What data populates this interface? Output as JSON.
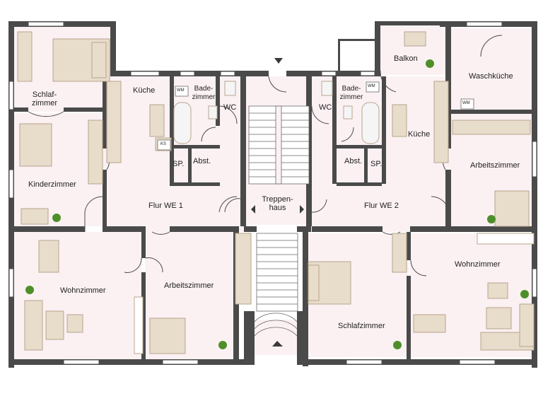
{
  "rooms": {
    "schlafzimmer_left": "Schlaf-\nzimmer",
    "kueche_left": "Küche",
    "badezimmer_left": "Bade-\nzimmer",
    "wc_left": "WC",
    "kinderzimmer": "Kinderzimmer",
    "sp_left": "SP.",
    "abst_left": "Abst.",
    "flur_we1": "Flur WE 1",
    "wohnzimmer_left": "Wohnzimmer",
    "arbeitszimmer_left": "Arbeitszimmer",
    "treppenhaus": "Treppen-\nhaus",
    "wc_right": "WC",
    "badezimmer_right": "Bade-\nzimmer",
    "balkon": "Balkon",
    "waschkueche": "Waschküche",
    "kueche_right": "Küche",
    "abst_right": "Abst.",
    "sp_right": "SP.",
    "arbeitszimmer_right": "Arbeitszimmer",
    "flur_we2": "Flur WE 2",
    "wohnzimmer_right": "Wohnzimmer",
    "schlafzimmer_right": "Schlafzimmer"
  },
  "appliances": {
    "wm": "WM",
    "ks": "KS"
  },
  "colors": {
    "wall": "#4a4a4a",
    "floor": "#fbf1f3",
    "furniture": "#e8dccb",
    "furniture_stroke": "#b8a58e",
    "plant": "#4f8f2a",
    "window": "#ffffff"
  }
}
